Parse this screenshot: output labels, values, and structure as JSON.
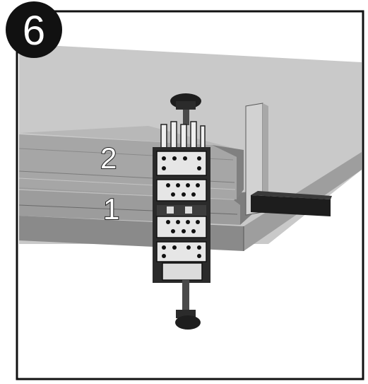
{
  "step": {
    "number": "6"
  },
  "labels": {
    "board_top": "2",
    "board_bottom": "1"
  },
  "colors": {
    "frame": "#111111",
    "table_top": "#c9c9c9",
    "table_edge": "#8d8d8d",
    "board": "#9a9a9a",
    "board_dark": "#5e5e5e",
    "clamp_body": "#1b1b1b",
    "clamp_metal": "#e9e9e9",
    "knob": "#1e1e1e"
  }
}
